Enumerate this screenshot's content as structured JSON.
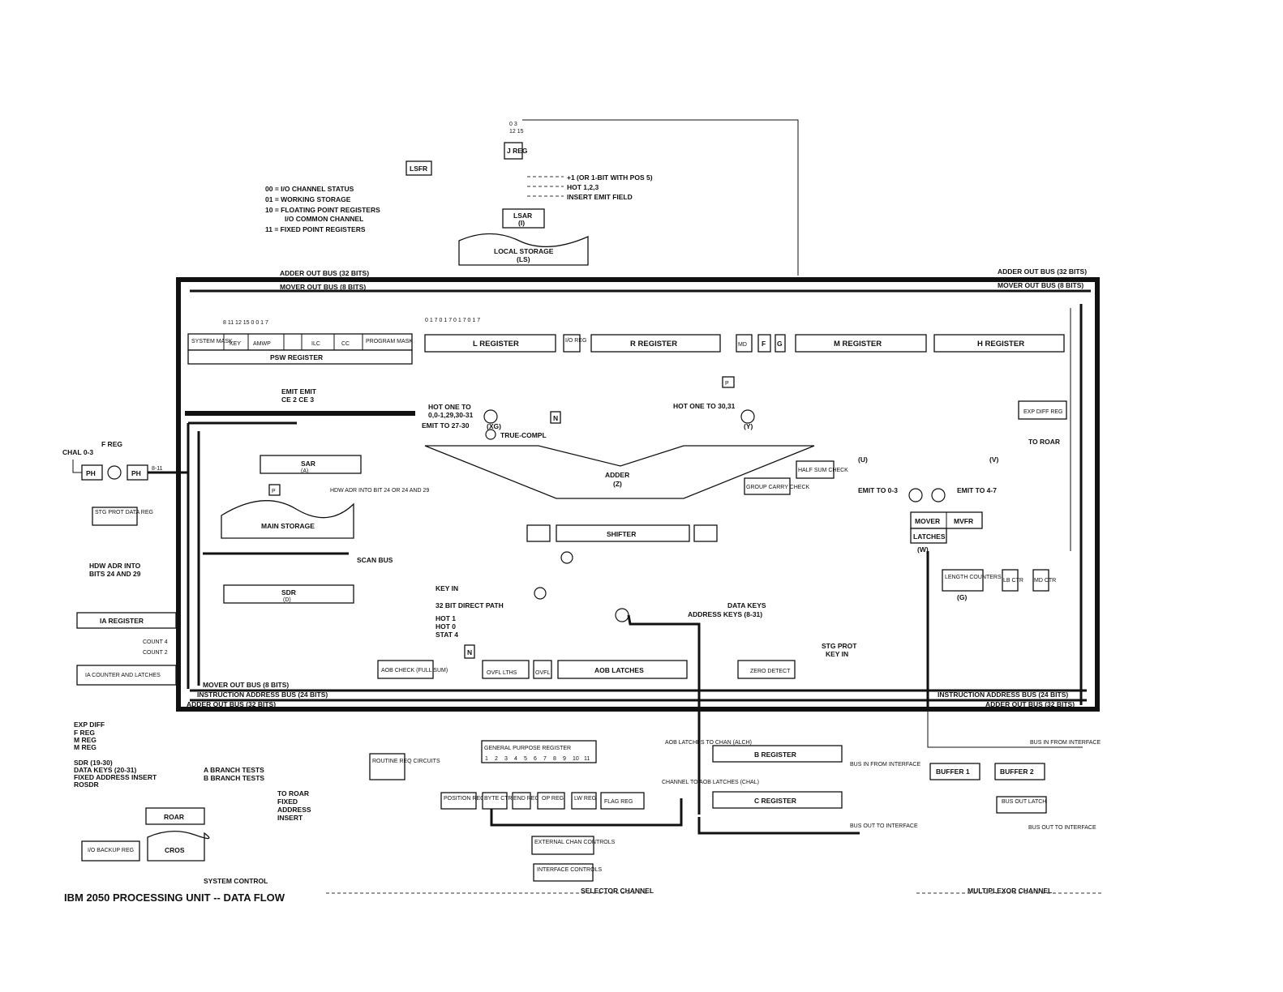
{
  "caption": "IBM 2050 PROCESSING UNIT -- DATA FLOW",
  "top": {
    "bits_0_3": "0 3",
    "bits_12_15": "12 15",
    "j_reg": "J REG",
    "lsfr": "LSFR",
    "legend": [
      "00 = I/O CHANNEL STATUS",
      "01 = WORKING STORAGE",
      "10 = FLOATING POINT REGISTERS",
      "I/O COMMON CHANNEL",
      "11 = FIXED POINT REGISTERS"
    ],
    "plus1": "+1 (OR 1-BIT WITH POS 5)",
    "hot123": "HOT 1,2,3",
    "insert_emit": "INSERT EMIT FIELD",
    "lsar": "LSAR",
    "lsar_sub": "(I)",
    "local_storage": "LOCAL STORAGE",
    "local_storage_sub": "(LS)"
  },
  "buses": {
    "adder_out_32": "ADDER OUT BUS (32 BITS)",
    "mover_out_8": "MOVER OUT BUS (8 BITS)",
    "instr_addr_24": "INSTRUCTION ADDRESS BUS (24 BITS)",
    "scan_bus": "SCAN BUS"
  },
  "psw": {
    "system_mask": "SYSTEM MASK",
    "key": "KEY",
    "amwp": "AMWP",
    "ilc": "ILC",
    "cc": "CC",
    "program_mask": "PROGRAM MASK",
    "label": "PSW REGISTER",
    "emit1": "EMIT  EMIT",
    "emit2": "CE 2  CE 3"
  },
  "registers": {
    "l": "L REGISTER",
    "io_reg": "I/O REG",
    "r": "R REGISTER",
    "md": "MD",
    "f": "F",
    "g": "G",
    "m": "M REGISTER",
    "h": "H REGISTER",
    "p": "P"
  },
  "adder": {
    "hot_one_to_left": "HOT ONE TO",
    "hot_one_left_bits": "0,0-1,29,30-31",
    "emit_to": "EMIT TO 27-30",
    "xg": "(XG)",
    "true_compl": "TRUE-COMPL",
    "n": "N",
    "hot_one_to_right": "HOT ONE TO 30,31",
    "y": "(Y)",
    "adder": "ADDER",
    "z": "(Z)",
    "group_carry": "GROUP CARRY CHECK",
    "half_sum": "HALF SUM CHECK",
    "shifter": "SHIFTER",
    "key_in": "KEY IN",
    "direct_path": "32 BIT DIRECT PATH",
    "hot1": "HOT 1",
    "hot0": "HOT 0",
    "stat4": "STAT 4",
    "data_keys": "DATA KEYS",
    "address_keys": "ADDRESS KEYS (8-31)",
    "stg_prot_key_in": "STG PROT KEY IN",
    "aob_check": "AOB CHECK (FULL SUM)",
    "ovfl_lths": "OVFL LTHS",
    "ovfl": "OVFL",
    "aob_latches": "AOB LATCHES",
    "zero_detect": "ZERO DETECT"
  },
  "right": {
    "exp_diff_reg": "EXP DIFF REG",
    "to_roar": "TO ROAR",
    "u": "(U)",
    "v": "(V)",
    "emit_0_3": "EMIT TO 0-3",
    "emit_4_7": "EMIT TO 4-7",
    "mover": "MOVER",
    "mvfr": "MVFR",
    "latches": "LATCHES",
    "w": "(W)",
    "length_counters": "LENGTH COUNTERS",
    "g_label": "(G)",
    "lb_ctr": "LB CTR",
    "md_ctr": "MD CTR"
  },
  "left": {
    "chal": "CHAL 0-3",
    "f_reg": "F REG",
    "ph": "PH",
    "bits_8_11": "8-11",
    "stg_prot": "STG PROT DATA REG",
    "sar": "SAR",
    "sar_sub": "(A)",
    "hdw_adr": "HDW ADR INTO BIT 24 OR 24 AND 29",
    "main_storage": "MAIN STORAGE",
    "hdw_adr_left": "HDW ADR INTO BITS 24 AND 29",
    "sdr": "SDR",
    "sdr_sub": "(D)",
    "ia_register": "IA REGISTER",
    "count4": "COUNT 4",
    "count2": "COUNT 2",
    "ia_counter": "IA COUNTER AND LATCHES"
  },
  "bottom": {
    "branch_inputs": [
      "EXP DIFF",
      "F REG",
      "M REG",
      "M REG"
    ],
    "sdr_inputs": [
      "SDR (19-30)",
      "DATA KEYS (20-31)",
      "FIXED ADDRESS INSERT",
      "ROSDR"
    ],
    "a_branch": "A BRANCH TESTS",
    "b_branch": "B BRANCH TESTS",
    "roar": "ROAR",
    "to_roar_fixed": "TO ROAR FIXED ADDRESS INSERT",
    "io_backup": "I/O BACKUP REG",
    "cros": "CROS",
    "system_control": "SYSTEM CONTROL",
    "routine_req": "ROUTINE REQ CIRCUITS",
    "gpr": "GENERAL PURPOSE REGISTER",
    "gpr_cells": [
      "1",
      "2",
      "3",
      "4",
      "5",
      "6",
      "7",
      "8",
      "9",
      "10",
      "11"
    ],
    "position_reg": "POSITION REG",
    "byte_ctr": "BYTE CTR",
    "end_reg": "END REG",
    "op_reg": "OP REG",
    "lw_reg": "LW REG",
    "flag_reg": "FLAG REG",
    "ext_chan": "EXTERNAL CHAN CONTROLS",
    "iface_controls": "INTERFACE CONTROLS",
    "selector_channel": "SELECTOR CHANNEL",
    "aob_to_chan": "AOB LATCHES TO CHAN (ALCH)",
    "chan_to_aob": "CHANNEL TO AOB LATCHES (CHAL)",
    "b_register": "B REGISTER",
    "c_register": "C REGISTER",
    "bus_in_from_iface": "BUS IN FROM INTERFACE",
    "bus_out_to_iface": "BUS OUT TO INTERFACE",
    "buffer1": "BUFFER 1",
    "buffer2": "BUFFER 2",
    "bus_out_latch": "BUS OUT LATCH",
    "multiplexor_channel": "MULTIPLEXOR CHANNEL"
  }
}
